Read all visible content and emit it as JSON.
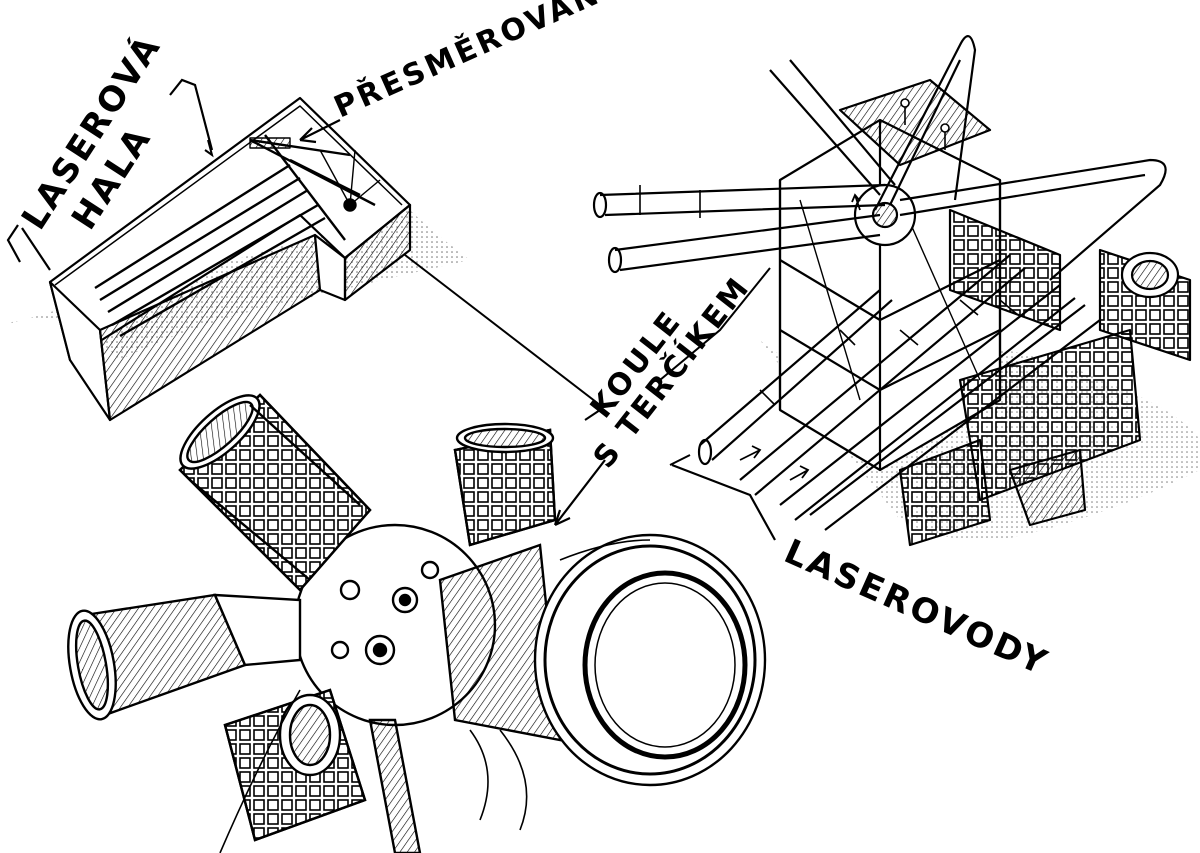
{
  "labels": {
    "laser_hall_line1": "LASEROVÁ",
    "laser_hall_line2": "HALA",
    "redirection": "PŘESMĚROVÁNÍ",
    "target_sphere_line1": "KOULE",
    "target_sphere_line2": "S TERČÍKEM",
    "laser_guides": "LASEROVODY"
  },
  "colors": {
    "ink": "#000000",
    "paper": "#ffffff"
  }
}
